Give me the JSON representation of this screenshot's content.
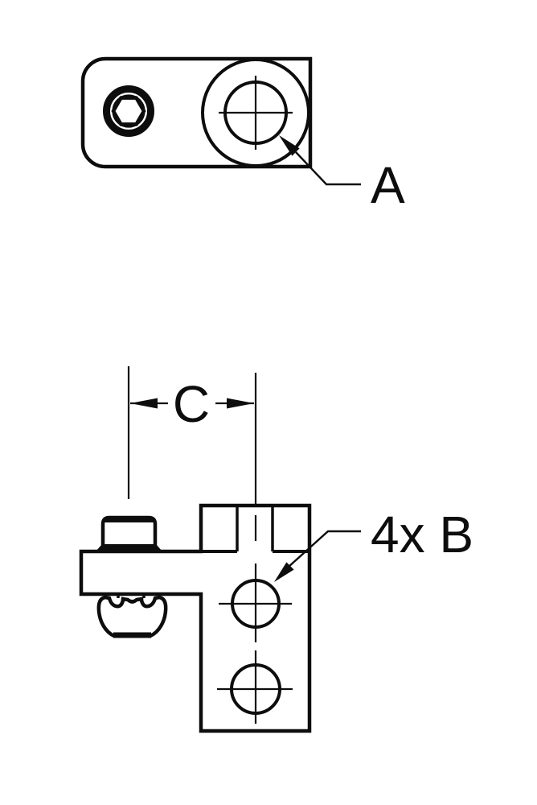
{
  "drawing": {
    "kind": "engineering-drawing",
    "background": "#ffffff",
    "line_color": "#0d0d0d",
    "top_view": {
      "name": "bracket top view",
      "callout_a": {
        "label": "A"
      }
    },
    "front_view": {
      "name": "bracket front view",
      "dimension_c": {
        "label": "C"
      },
      "callout_b": {
        "label": "4x B"
      }
    }
  }
}
